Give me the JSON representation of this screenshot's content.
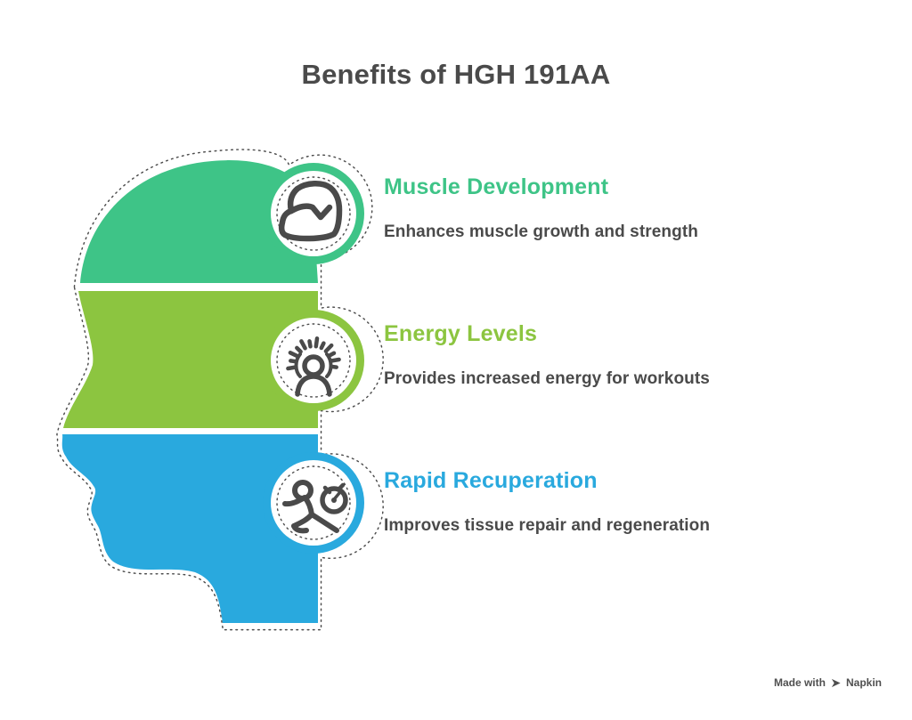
{
  "title": "Benefits of HGH 191AA",
  "items": [
    {
      "heading": "Muscle Development",
      "description": "Enhances muscle growth and strength",
      "color": "#3EC487",
      "icon": "muscle-flex-icon"
    },
    {
      "heading": "Energy Levels",
      "description": "Provides increased energy for workouts",
      "color": "#8CC540",
      "icon": "energy-person-icon"
    },
    {
      "heading": "Rapid Recuperation",
      "description": "Improves tissue repair and regeneration",
      "color": "#29A9DE",
      "icon": "runner-stopwatch-icon"
    }
  ],
  "footer": {
    "made_with": "Made with",
    "brand": "Napkin"
  },
  "colors": {
    "text": "#4A4A4A",
    "icon_stroke": "#4A4A4A",
    "outline_dots": "#4C4C4C",
    "background": "#FFFFFF"
  }
}
